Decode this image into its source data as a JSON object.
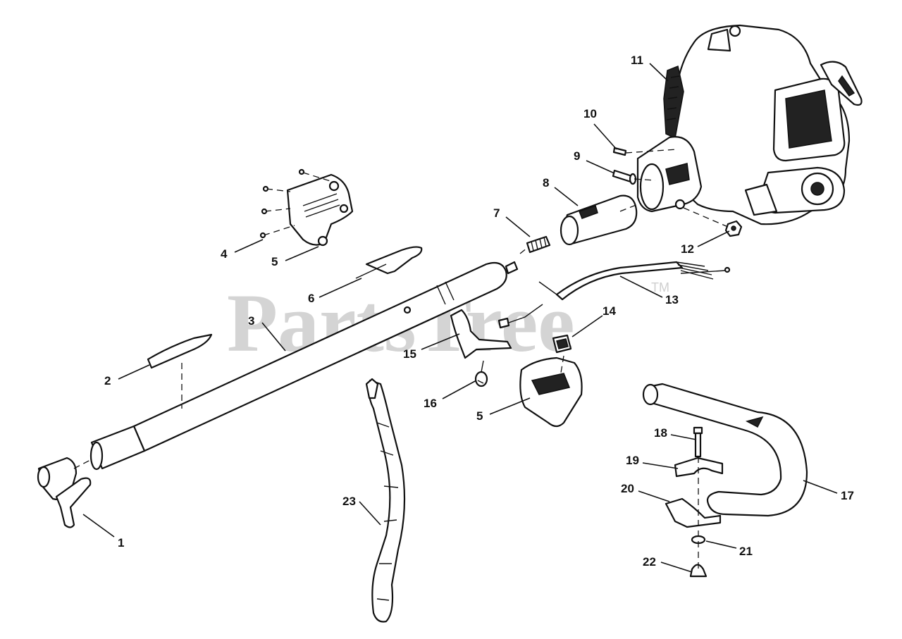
{
  "watermark": {
    "text": "PartsTree",
    "trademark": "TM"
  },
  "callouts": [
    {
      "id": "c1",
      "label": "1"
    },
    {
      "id": "c2",
      "label": "2"
    },
    {
      "id": "c3",
      "label": "3"
    },
    {
      "id": "c4",
      "label": "4"
    },
    {
      "id": "c5a",
      "label": "5"
    },
    {
      "id": "c5b",
      "label": "5"
    },
    {
      "id": "c6",
      "label": "6"
    },
    {
      "id": "c7",
      "label": "7"
    },
    {
      "id": "c8",
      "label": "8"
    },
    {
      "id": "c9",
      "label": "9"
    },
    {
      "id": "c10",
      "label": "10"
    },
    {
      "id": "c11",
      "label": "11"
    },
    {
      "id": "c12",
      "label": "12"
    },
    {
      "id": "c13",
      "label": "13"
    },
    {
      "id": "c14",
      "label": "14"
    },
    {
      "id": "c15",
      "label": "15"
    },
    {
      "id": "c16",
      "label": "16"
    },
    {
      "id": "c17",
      "label": "17"
    },
    {
      "id": "c18",
      "label": "18"
    },
    {
      "id": "c19",
      "label": "19"
    },
    {
      "id": "c20",
      "label": "20"
    },
    {
      "id": "c21",
      "label": "21"
    },
    {
      "id": "c22",
      "label": "22"
    },
    {
      "id": "c23",
      "label": "23"
    }
  ],
  "colors": {
    "ink": "#111111",
    "watermark": "#d4d4d4",
    "background": "#ffffff"
  }
}
